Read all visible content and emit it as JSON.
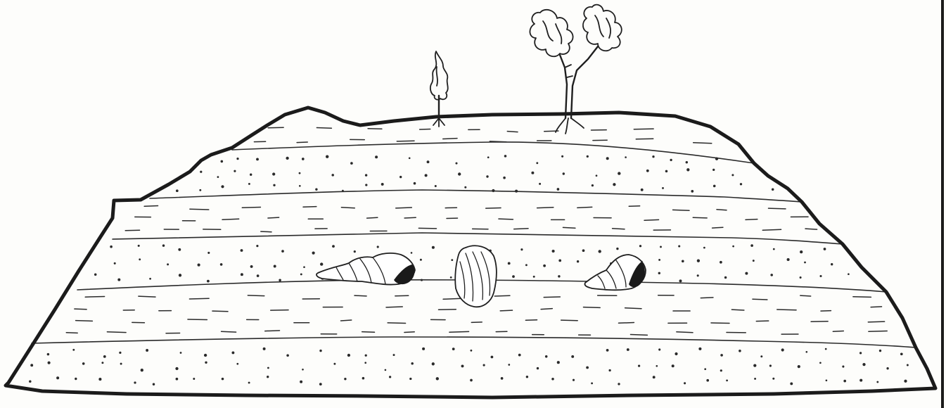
{
  "figure": {
    "kind": "hand-drawn illustration",
    "subject": "sedimentary-rock-layers-with-fossils",
    "layers": [
      {
        "position": 1,
        "texture": "dashes"
      },
      {
        "position": 2,
        "texture": "dots"
      },
      {
        "position": 3,
        "texture": "dashes"
      },
      {
        "position": 4,
        "texture": "dots"
      },
      {
        "position": 5,
        "texture": "dashes"
      },
      {
        "position": 6,
        "texture": "dots"
      }
    ],
    "fossils": [
      {
        "icon": "spiral-shell-icon",
        "layer": 4
      },
      {
        "icon": "clam-shell-icon",
        "layer": 4
      },
      {
        "icon": "snail-shell-icon",
        "layer": 4
      }
    ],
    "plants": [
      {
        "icon": "small-shrub-icon"
      },
      {
        "icon": "tree-icon"
      }
    ],
    "colors": {
      "ink": "#1b1b1b",
      "paper": "#fdfdfb"
    }
  }
}
